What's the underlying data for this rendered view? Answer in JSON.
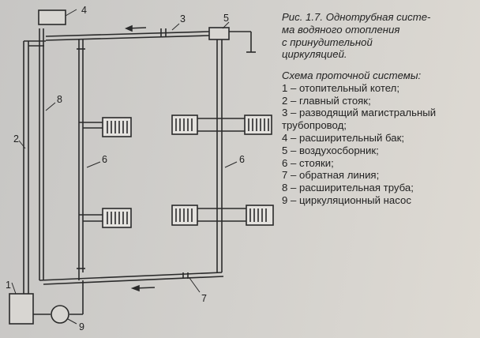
{
  "caption": {
    "lines": [
      "Рис. 1.7. Однотрубная систе-",
      "ма водяного отопления",
      "с принудительной",
      "циркуляцией."
    ]
  },
  "legend": {
    "title": "Схема проточной системы:",
    "items": [
      "1 – отопительный котел;",
      "2 – главный стояк;",
      "3 – разводящий магистральный",
      "трубопровод;",
      "4 – расширительный бак;",
      "5 – воздухосборник;",
      "6 – стояки;",
      "7 – обратная линия;",
      "8 – расширительная труба;",
      "9 – циркуляционный насос"
    ]
  },
  "diagram": {
    "labels": {
      "boiler": "1",
      "main_riser": "2",
      "supply_pipe": "3",
      "expansion_tank": "4",
      "air_collector": "5",
      "riser_left": "6",
      "riser_right": "6",
      "return_line": "7",
      "expansion_pipe": "8",
      "pump": "9"
    }
  }
}
